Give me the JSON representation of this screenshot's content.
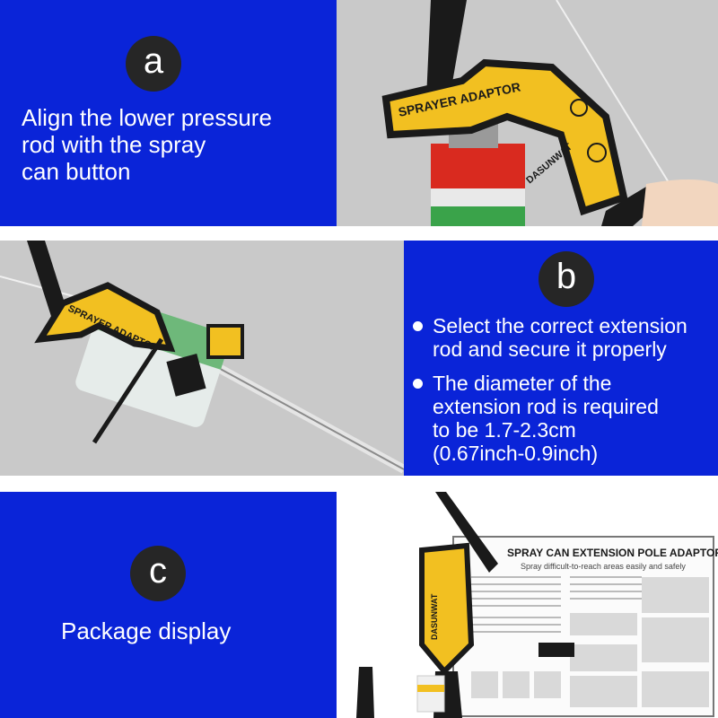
{
  "panel_a": {
    "badge": "a",
    "caption_lines": [
      "Align the lower pressure",
      "rod with the spray",
      "can button"
    ]
  },
  "panel_b": {
    "badge": "b",
    "bullets": [
      {
        "lines": [
          "Select the correct extension",
          "rod and secure it properly"
        ]
      },
      {
        "lines": [
          "The diameter of the",
          "extension rod is required",
          "to be 1.7-2.3cm",
          "(0.67inch-0.9inch)"
        ]
      }
    ]
  },
  "panel_c": {
    "badge": "c",
    "caption": "Package display",
    "manual_title": "SPRAY CAN EXTENSION POLE ADAPTOR",
    "manual_subtitle": "Spray difficult-to-reach areas easily and safely"
  },
  "product": {
    "label_text": "SPRAYER ADAPTOR",
    "brand_text": "DASUNWAT"
  },
  "colors": {
    "blue": "#0a24d8",
    "yellow": "#f2c021",
    "dark": "#262626",
    "grey": "#c7c7c7"
  }
}
